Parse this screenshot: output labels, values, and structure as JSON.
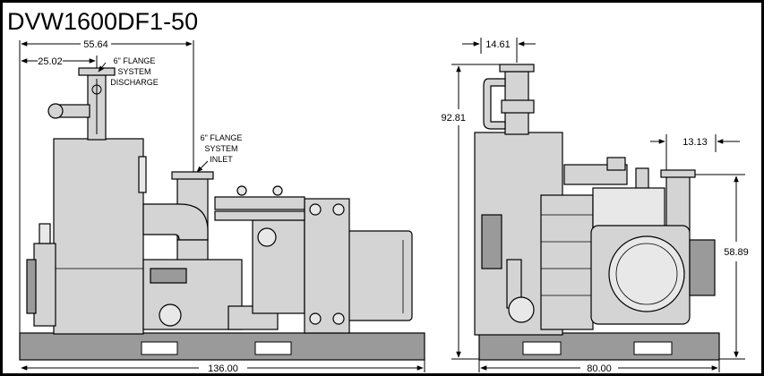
{
  "title": "DVW1600DF1-50",
  "side_view": {
    "dim_overall_length": "136.00",
    "dim_discharge_to_edge": "55.64",
    "dim_discharge_offset": "25.02",
    "label_discharge": [
      "6\" FLANGE",
      "SYSTEM",
      "DISCHARGE"
    ],
    "label_inlet": [
      "6\" FLANGE",
      "SYSTEM",
      "INLET"
    ]
  },
  "end_view": {
    "dim_overall_height": "92.81",
    "dim_top_offset": "14.61",
    "dim_inlet_width": "13.13",
    "dim_inlet_height": "58.89",
    "dim_overall_width": "80.00"
  },
  "colors": {
    "body": "#d4d4d4",
    "dark": "#9a9a9a",
    "frame": "#000000"
  }
}
